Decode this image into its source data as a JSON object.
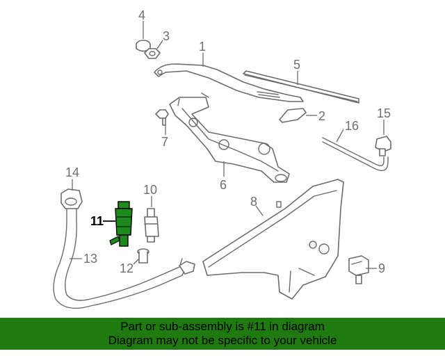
{
  "callouts": {
    "c1": "1",
    "c2": "2",
    "c3": "3",
    "c4": "4",
    "c5": "5",
    "c6": "6",
    "c7": "7",
    "c8": "8",
    "c9": "9",
    "c10": "10",
    "c11": "11",
    "c12": "12",
    "c13": "13",
    "c14": "14",
    "c15": "15",
    "c16": "16"
  },
  "highlight_callout": "11",
  "banner": {
    "line1": "Part or sub-assembly is #11 in diagram",
    "line2": "Diagram may not be specific to your vehicle"
  },
  "colors": {
    "banner_background": "#1f7a10",
    "highlighted_part": "#1e8a1e",
    "line_art": "#6b6b6b"
  }
}
